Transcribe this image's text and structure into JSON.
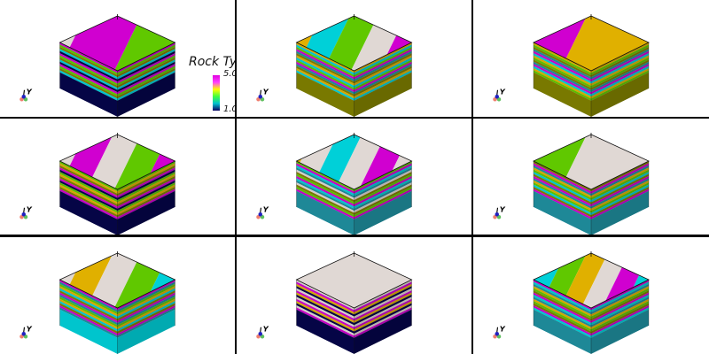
{
  "colorbar": {
    "title": "Rock Ty",
    "max_label": "5.0",
    "min_label": "1.0",
    "stops": [
      "#0a0060",
      "#00c0d0",
      "#40ff40",
      "#ffff00",
      "#ff40ff",
      "#e000e0"
    ]
  },
  "axes": {
    "y_label": "Y"
  },
  "palette": {
    "navy": "#06064a",
    "magenta": "#d000d0",
    "beige": "#e0d8d4",
    "green": "#60c800",
    "cyan": "#00d0d8",
    "gold": "#e0b000",
    "olive": "#808000",
    "teal": "#2090a0"
  },
  "panels": [
    {
      "id": 1,
      "top": [
        "beige",
        "magenta",
        "green"
      ],
      "stripes": [
        "magenta",
        "green",
        "olive",
        "cyan",
        "navy"
      ],
      "base": "navy"
    },
    {
      "id": 2,
      "top": [
        "beige",
        "gold",
        "cyan",
        "green",
        "beige",
        "magenta"
      ],
      "stripes": [
        "gold",
        "cyan",
        "green",
        "magenta",
        "teal",
        "olive"
      ],
      "base": "olive"
    },
    {
      "id": 3,
      "top": [
        "magenta",
        "gold"
      ],
      "stripes": [
        "gold",
        "green",
        "olive",
        "teal",
        "magenta",
        "cyan"
      ],
      "base": "olive"
    },
    {
      "id": 4,
      "top": [
        "gold",
        "beige",
        "magenta",
        "beige",
        "green",
        "magenta"
      ],
      "stripes": [
        "green",
        "gold",
        "olive",
        "magenta",
        "navy"
      ],
      "base": "navy"
    },
    {
      "id": 5,
      "top": [
        "beige",
        "gold",
        "beige",
        "cyan",
        "beige",
        "magenta",
        "beige"
      ],
      "stripes": [
        "green",
        "magenta",
        "cyan",
        "teal",
        "beige",
        "olive"
      ],
      "base": "teal"
    },
    {
      "id": 6,
      "top": [
        "green",
        "beige"
      ],
      "stripes": [
        "olive",
        "magenta",
        "teal",
        "gold",
        "green",
        "cyan"
      ],
      "base": "teal"
    },
    {
      "id": 7,
      "top": [
        "cyan",
        "beige",
        "gold",
        "beige",
        "green",
        "cyan"
      ],
      "stripes": [
        "magenta",
        "teal",
        "green",
        "gold",
        "cyan",
        "olive"
      ],
      "base": "cyan"
    },
    {
      "id": 8,
      "top": [
        "beige"
      ],
      "stripes": [
        "beige",
        "magenta",
        "gold",
        "navy"
      ],
      "base": "navy"
    },
    {
      "id": 9,
      "top": [
        "magenta",
        "beige",
        "cyan",
        "green",
        "gold",
        "beige",
        "magenta",
        "cyan"
      ],
      "stripes": [
        "magenta",
        "cyan",
        "teal",
        "gold",
        "green",
        "olive"
      ],
      "base": "teal"
    }
  ]
}
